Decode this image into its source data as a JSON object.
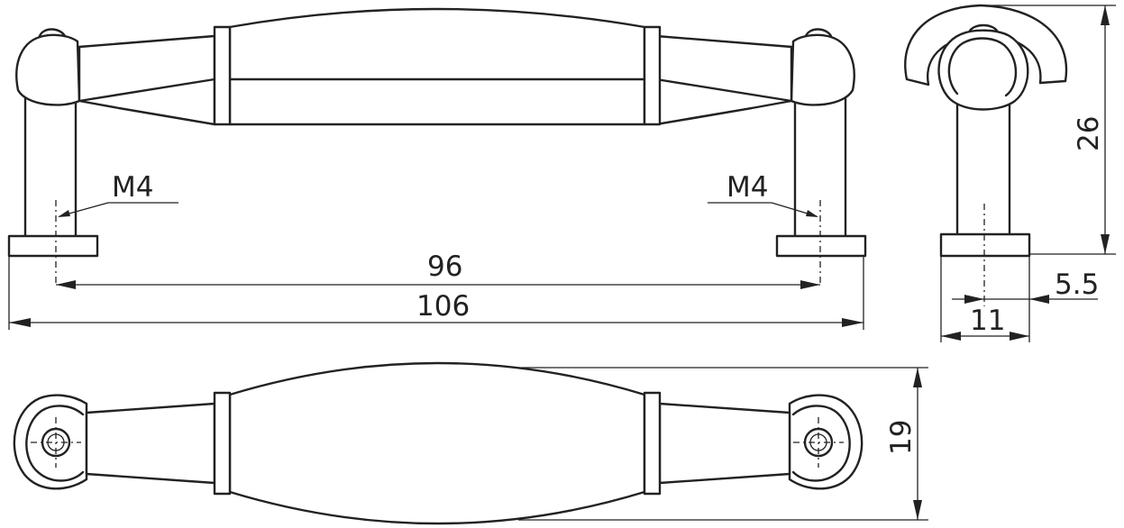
{
  "dimensions": {
    "thread_left": "M4",
    "thread_right": "M4",
    "hole_spacing": "96",
    "overall_length": "106",
    "height": "26",
    "foot_half_width": "5.5",
    "foot_width": "11",
    "width": "19"
  },
  "colors": {
    "line": "#222222",
    "background": "#ffffff"
  }
}
